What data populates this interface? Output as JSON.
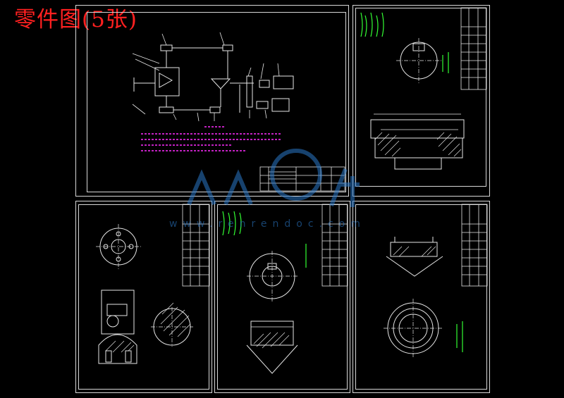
{
  "title": "零件图(5张)",
  "watermark": {
    "text": "www.renrendoc.com",
    "glyphs": "人人文库"
  },
  "colors": {
    "background": "#000000",
    "title": "#ff2020",
    "line": "#e6e6e6",
    "magenta": "#ff2cff",
    "green": "#33ff33",
    "watermark": "#2a78c8"
  },
  "sheets": [
    "assembly-drawing",
    "part-drawing-1",
    "part-drawing-2",
    "part-drawing-3",
    "part-drawing-4"
  ]
}
